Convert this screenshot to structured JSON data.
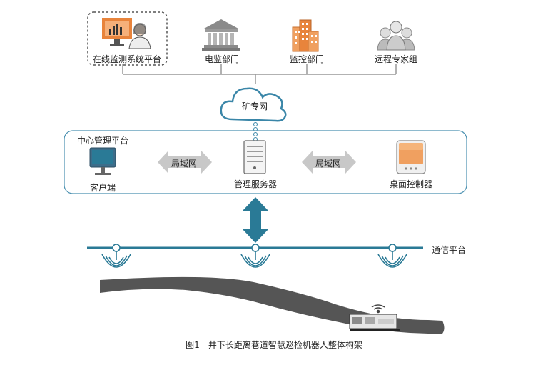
{
  "top_nodes": [
    {
      "label": "在线监测系统平台",
      "icon": "monitor-person-icon"
    },
    {
      "label": "电监部门",
      "icon": "government-building-icon"
    },
    {
      "label": "监控部门",
      "icon": "office-building-icon"
    },
    {
      "label": "远程专家组",
      "icon": "expert-group-icon"
    }
  ],
  "cloud": {
    "label": "矿专网",
    "icon": "cloud-icon"
  },
  "center_platform": {
    "title": "中心管理平台",
    "client": {
      "label": "客户端",
      "icon": "desktop-monitor-icon"
    },
    "server": {
      "label": "管理服务器",
      "icon": "server-icon"
    },
    "controller": {
      "label": "桌面控制器",
      "icon": "desktop-controller-icon"
    },
    "lan_left": "局域网",
    "lan_right": "局域网"
  },
  "comm_platform": {
    "label": "通信平台",
    "icon": "wireless-access-point-icon"
  },
  "tunnel": {
    "icon": "inspection-robot-icon",
    "signal_icon": "wifi-signal-icon"
  },
  "caption": "图1 井下长距离巷道智慧巡检机器人整体构架",
  "colors": {
    "accent": "#2a7a96",
    "line": "#999999",
    "lan_arrow": "#c8c8c8",
    "tunnel": "#555555",
    "orange": "#e8843c"
  }
}
